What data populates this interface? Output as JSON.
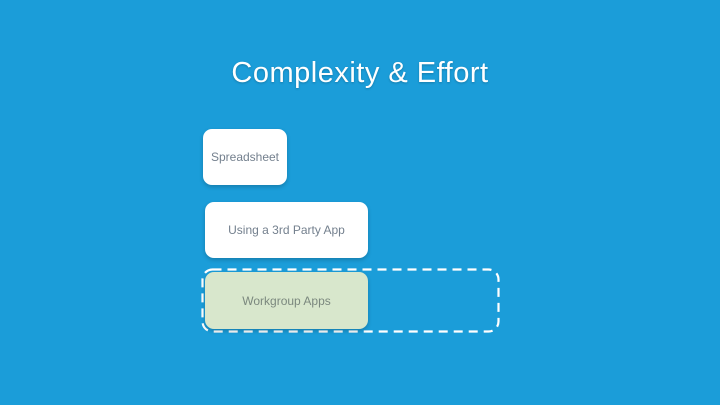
{
  "slide": {
    "title": "Complexity & Effort",
    "background_color": "#1B9DD9",
    "title_color": "#FFFFFF",
    "boxes": [
      {
        "label": "Spreadsheet",
        "fill": "#FFFFFF",
        "text_color": "#74808E"
      },
      {
        "label": "Using a 3rd Party App",
        "fill": "#FFFFFF",
        "text_color": "#74808E"
      },
      {
        "label": "Workgroup Apps",
        "fill": "#D8E7CC",
        "text_color": "#7B887E"
      }
    ],
    "dashed_outline": {
      "description": "white dashed rounded rectangle extending to the right of the Workgroup Apps box",
      "stroke_color": "#FFFFFF"
    }
  }
}
